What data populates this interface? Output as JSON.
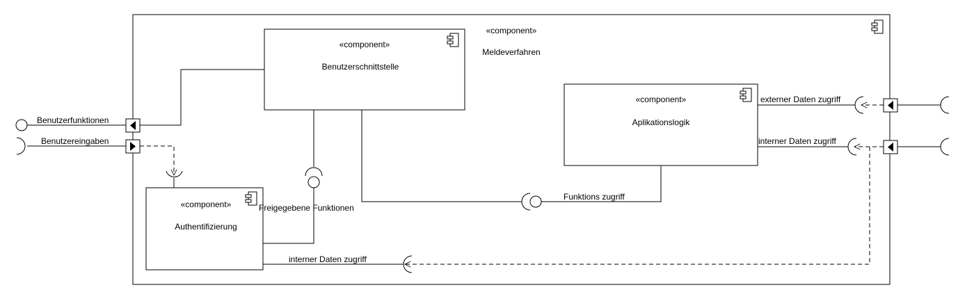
{
  "outer_component": {
    "stereotype": "«component»",
    "name": "Meldeverfahren"
  },
  "components": {
    "ui": {
      "stereotype": "«component»",
      "name": "Benutzerschnittstelle"
    },
    "logic": {
      "stereotype": "«component»",
      "name": "Aplikationslogik"
    },
    "auth": {
      "stereotype": "«component»",
      "name": "Authentifizierung"
    }
  },
  "labels": {
    "benutzerfunktionen": "Benutzerfunktionen",
    "benutzereingaben": "Benutzereingaben",
    "freigegebene": "Freigegebene Funktionen",
    "funktions_zugriff": "Funktions zugriff",
    "externer_daten": "externer Daten zugriff",
    "interner_daten_right": "interner Daten zugriff",
    "interner_daten_bottom": "interner Daten zugriff"
  },
  "colors": {
    "stroke": "#000000",
    "fill": "#ffffff"
  },
  "icons": [
    "component-icon",
    "port-arrow-left-icon",
    "port-arrow-right-icon",
    "lollipop-icon",
    "socket-icon"
  ]
}
